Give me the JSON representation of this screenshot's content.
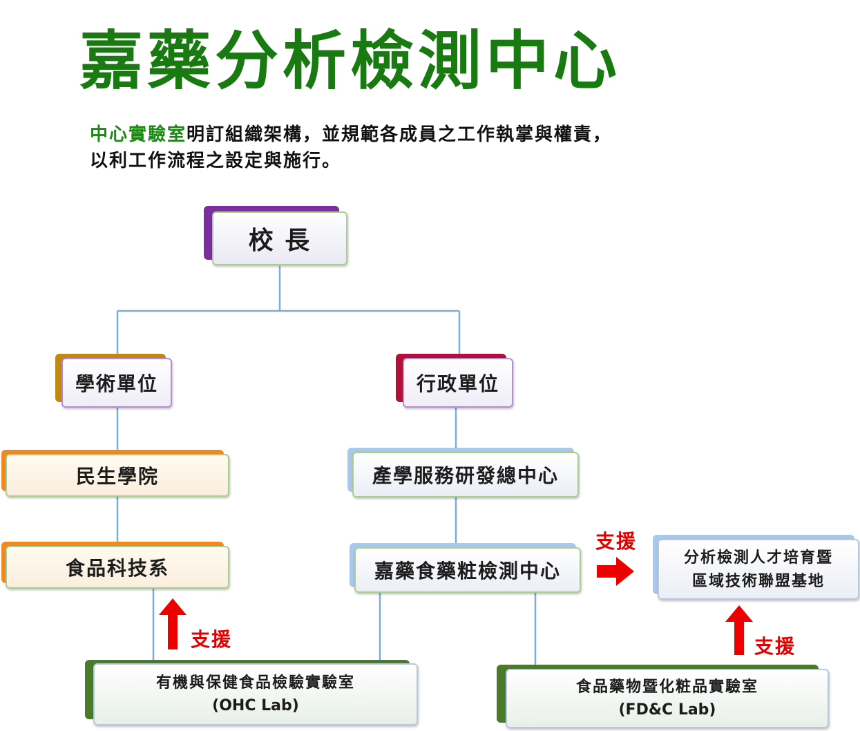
{
  "title": "嘉藥分析檢測中心",
  "intro": {
    "highlight": "中心實驗室",
    "line1_rest": "明訂組織架構，並規範各成員之工作執掌與權責，",
    "line2": "以利工作流程之設定與施行。"
  },
  "nodes": {
    "president": "校 長",
    "academic": "學術單位",
    "administrative": "行政單位",
    "college": "民生學院",
    "industry_center": "產學服務研發總中心",
    "food_dept": "食品科技系",
    "testing_center": "嘉藥食藥粧檢測中心",
    "talent_base_line1": "分析檢測人才培育暨",
    "talent_base_line2": "區域技術聯盟基地",
    "ohc_lab_name": "有機與保健食品檢驗實驗室",
    "ohc_lab_code": "(OHC Lab)",
    "fdc_lab_name": "食品藥物暨化粧品實驗室",
    "fdc_lab_code": "(FD&C Lab)"
  },
  "support_label": "支援",
  "colors": {
    "title_green": "#1a7a12",
    "connector_blue": "#7aaed8",
    "arrow_red": "#ee0000",
    "accent_purple": "#7a2ea0",
    "accent_gold": "#c08a10",
    "accent_crimson": "#b0103a",
    "accent_orange": "#f08a20",
    "accent_lightblue": "#a9c8ea",
    "accent_darkgreen": "#4a7a2a"
  }
}
